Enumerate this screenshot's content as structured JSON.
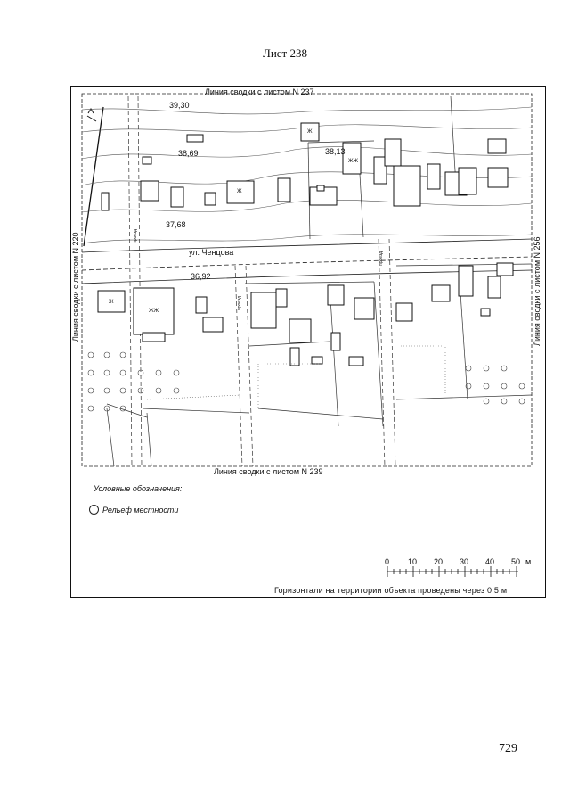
{
  "page": {
    "sheet_title": "Лист 238",
    "page_number": "729"
  },
  "map": {
    "border_labels": {
      "top": "Линия сводки с листом N 237",
      "bottom": "Линия сводки с листом N 239",
      "left": "Линия сводки с листом N 220",
      "right": "Линия сводки с листом N 256"
    },
    "street": "ул. Ченцова",
    "elevations": [
      "39,30",
      "38,69",
      "38,13",
      "37,68",
      "36,92"
    ],
    "building_marks": [
      "Ж",
      "Ж",
      "ЖЖ",
      "Ж",
      "ЖЖ"
    ],
    "passage_labels": [
      "проезд",
      "проезд",
      "проезд"
    ],
    "legend": {
      "title": "Условные обозначения:",
      "items": [
        {
          "icon": "relief-contour-icon",
          "label": "Рельеф местности"
        }
      ]
    },
    "scale": {
      "ticks": [
        "0",
        "10",
        "20",
        "30",
        "40",
        "50"
      ],
      "unit": "м"
    },
    "note": "Горизонтали на территории объекта проведены через 0,5 м"
  }
}
